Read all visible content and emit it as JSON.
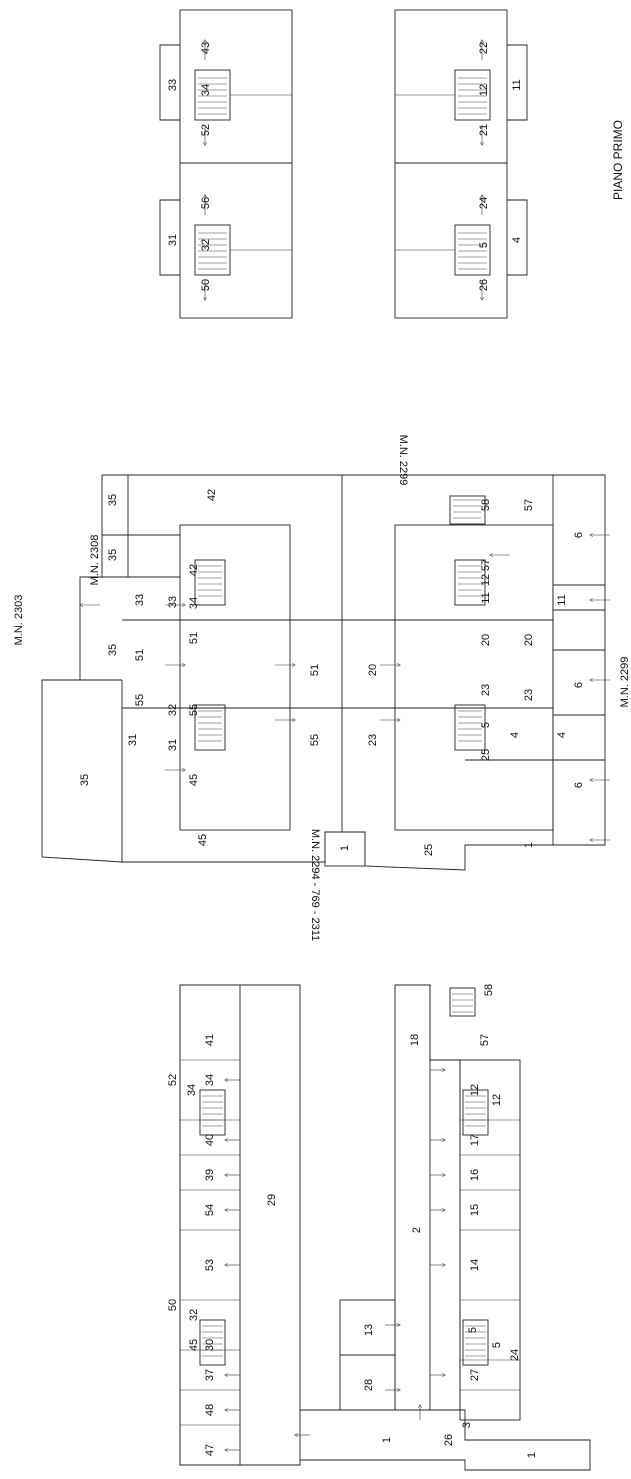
{
  "caption": "PIANO PRIMO",
  "cadastral_refs": [
    "M.N. 2303",
    "M.N. 2308",
    "M.N. 2299",
    "M.N. 2299",
    "M.N. 2294 - 769 - 2311"
  ],
  "plan_piano_primo": {
    "labels": [
      "33",
      "34",
      "43",
      "52",
      "31",
      "32",
      "56",
      "50",
      "22",
      "12",
      "11",
      "21",
      "24",
      "5",
      "4",
      "26"
    ]
  },
  "plan_center": {
    "labels": [
      "35",
      "42",
      "35",
      "33",
      "33",
      "34",
      "42",
      "35",
      "51",
      "51",
      "51",
      "31",
      "55",
      "32",
      "55",
      "55",
      "31",
      "35",
      "45",
      "45",
      "1",
      "25",
      "20",
      "23",
      "58",
      "57",
      "57",
      "6",
      "11",
      "11",
      "12",
      "20",
      "20",
      "23",
      "23",
      "25",
      "5",
      "4",
      "4",
      "6",
      "6",
      "1"
    ]
  },
  "plan_piano_terra": {
    "labels": [
      "52",
      "34",
      "34",
      "41",
      "40",
      "39",
      "54",
      "53",
      "50",
      "32",
      "45",
      "30",
      "37",
      "48",
      "47",
      "29",
      "58",
      "18",
      "57",
      "12",
      "12",
      "17",
      "16",
      "15",
      "14",
      "2",
      "5",
      "5",
      "27",
      "24",
      "13",
      "28",
      "3",
      "26",
      "1",
      "1"
    ]
  }
}
